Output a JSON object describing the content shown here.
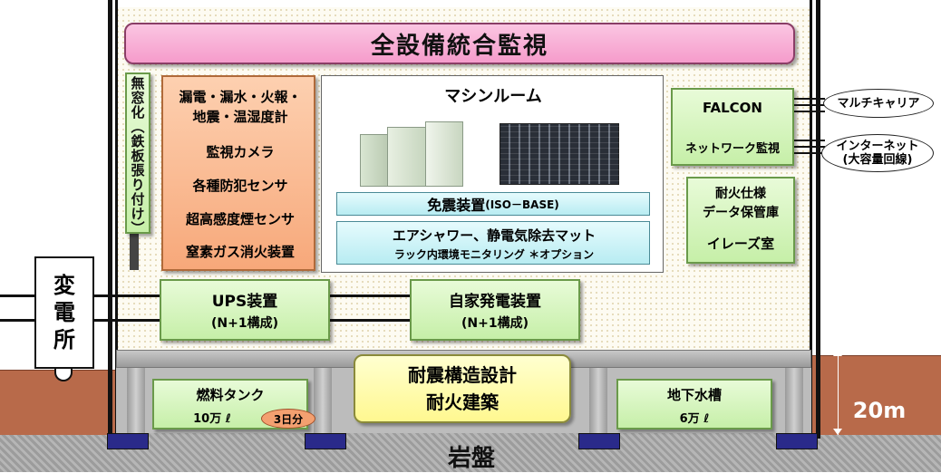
{
  "header": {
    "title": "全設備統合監視"
  },
  "left_column": {
    "window_label": "無窓化（鉄板張り付け）"
  },
  "sensors": {
    "items": [
      "漏電・漏水・火報・\n地震・温湿度計",
      "監視カメラ",
      "各種防犯センサ",
      "超高感度煙センサ",
      "窒素ガス消火装置"
    ]
  },
  "machine_room": {
    "title": "マシンルーム",
    "isolation": {
      "main": "免震装置",
      "sub": "(ISO－BASE)"
    },
    "airshower": {
      "line1": "エアシャワー、静電気除去マット",
      "line2": "ラック内環境モニタリング ＊オプション"
    }
  },
  "right_panel": {
    "falcon": "FALCON",
    "network": "ネットワーク監視",
    "storage_lines": [
      "耐火仕様",
      "データ保管庫",
      "イレーズ室"
    ]
  },
  "external": {
    "multicarrier": "マルチキャリア",
    "internet": "インターネット\n(大容量回線)"
  },
  "substation": {
    "label": "変\n電\n所"
  },
  "ups": {
    "name": "UPS装置",
    "config": "(N+1構成)"
  },
  "generator": {
    "name": "自家発電装置",
    "config": "(N+1構成)"
  },
  "foundation": {
    "structure": {
      "line1": "耐震構造設計",
      "line2": "耐火建築"
    },
    "fuel": {
      "name": "燃料タンク",
      "capacity": "10万 ℓ",
      "duration": "3日分"
    },
    "water": {
      "name": "地下水槽",
      "capacity": "6万 ℓ"
    },
    "depth": "20m",
    "bedrock": "岩盤"
  },
  "colors": {
    "header": "#f7a7cf",
    "sensor_panel": "#f8b58a",
    "green_box": "#d4f5bd",
    "cyan_box": "#c6f2f6",
    "yellow_box": "#ffffa8",
    "ground": "#b86a4a",
    "bedrock": "#a8a8a8",
    "pier": "#2a2a8a"
  }
}
